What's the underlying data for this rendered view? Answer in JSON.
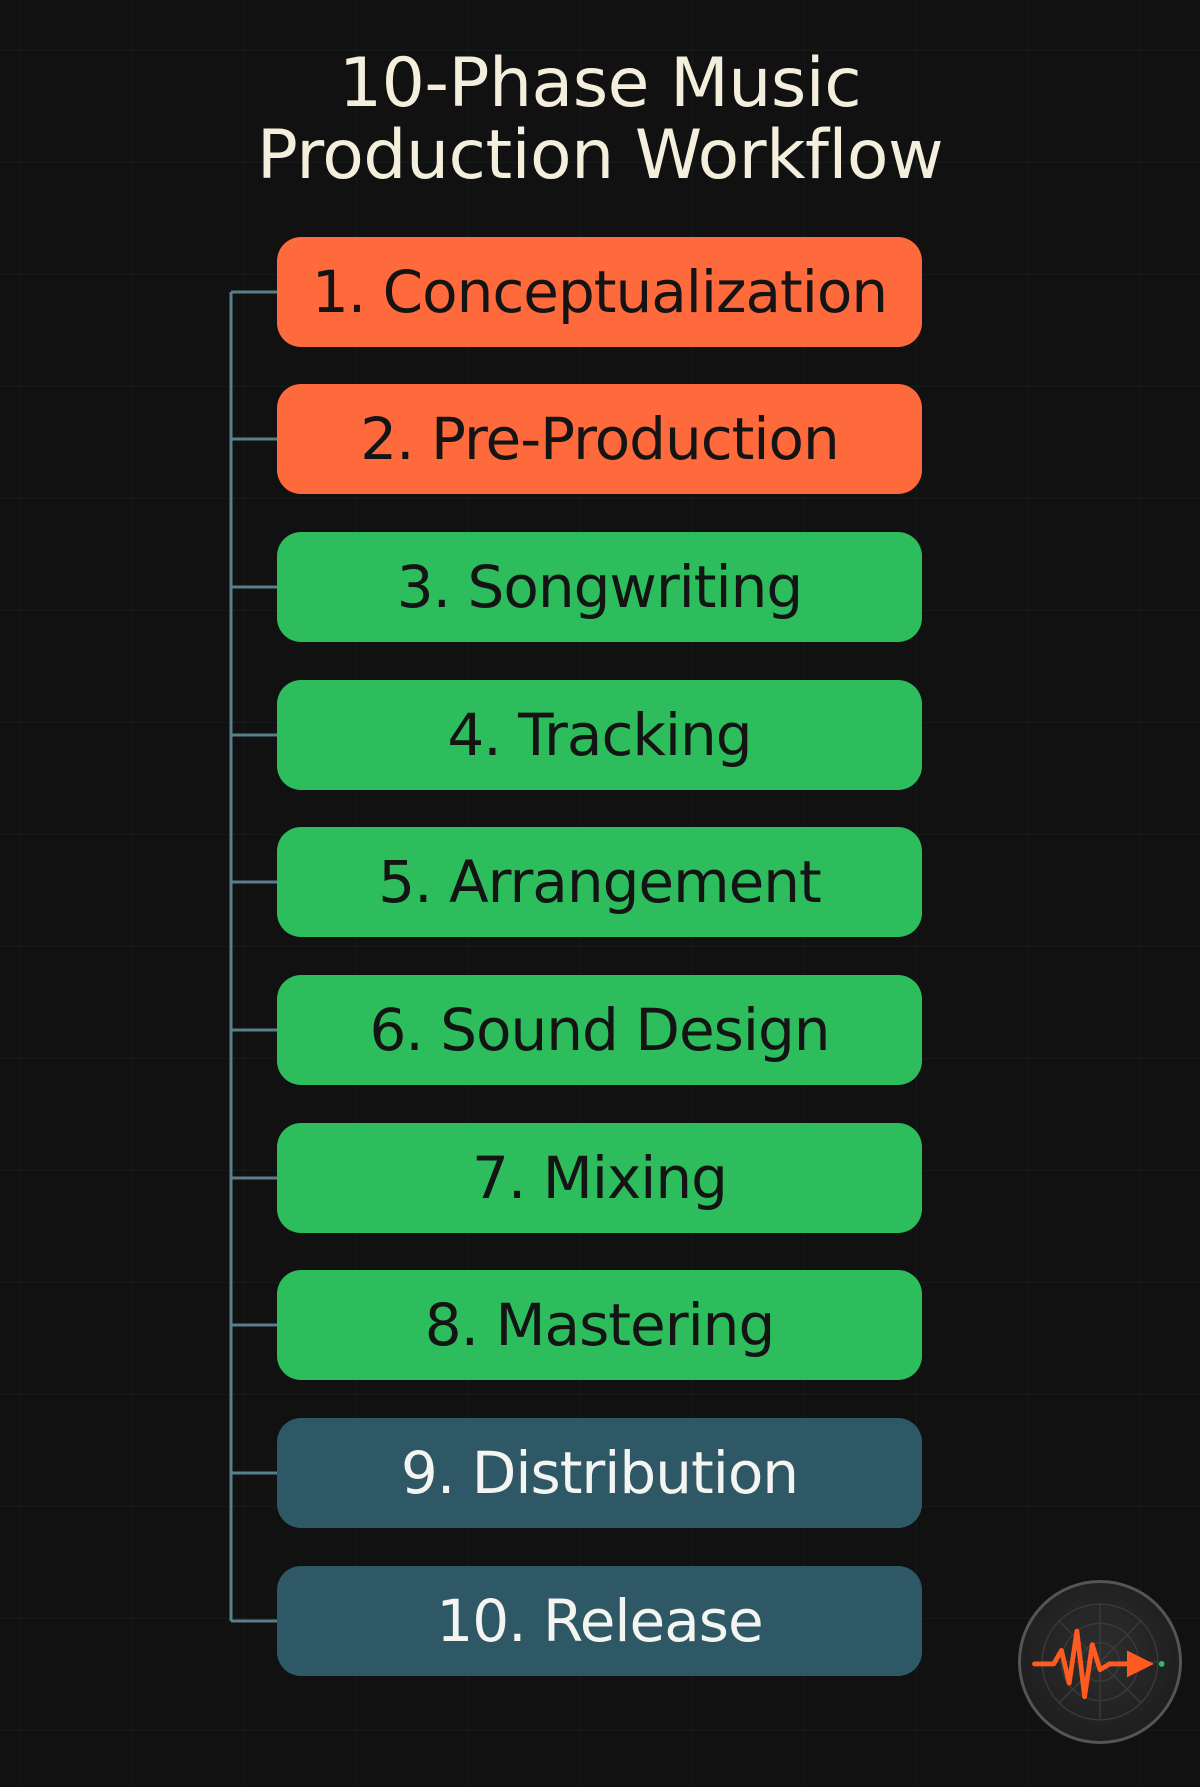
{
  "title": {
    "line1": "10-Phase Music",
    "line2": "Production Workflow"
  },
  "phases": [
    {
      "label": "1. Conceptualization",
      "color": "#ff6a3d",
      "group": "orange"
    },
    {
      "label": "2. Pre-Production",
      "color": "#ff6a3d",
      "group": "orange"
    },
    {
      "label": "3. Songwriting",
      "color": "#2ebd5c",
      "group": "green"
    },
    {
      "label": "4. Tracking",
      "color": "#2ebd5c",
      "group": "green"
    },
    {
      "label": "5. Arrangement",
      "color": "#2ebd5c",
      "group": "green"
    },
    {
      "label": "6. Sound Design",
      "color": "#2ebd5c",
      "group": "green"
    },
    {
      "label": "7. Mixing",
      "color": "#2ebd5c",
      "group": "green"
    },
    {
      "label": "8. Mastering",
      "color": "#2ebd5c",
      "group": "green"
    },
    {
      "label": "9. Distribution",
      "color": "#2f5867",
      "group": "teal"
    },
    {
      "label": "10. Release",
      "color": "#2f5867",
      "group": "teal"
    }
  ],
  "colors": {
    "background": "#111111",
    "connector": "#5a7f8c",
    "title": "#f4efdc",
    "logo_accent": "#ff5a1f"
  },
  "logo": {
    "icon": "waveform-arrow-icon"
  }
}
